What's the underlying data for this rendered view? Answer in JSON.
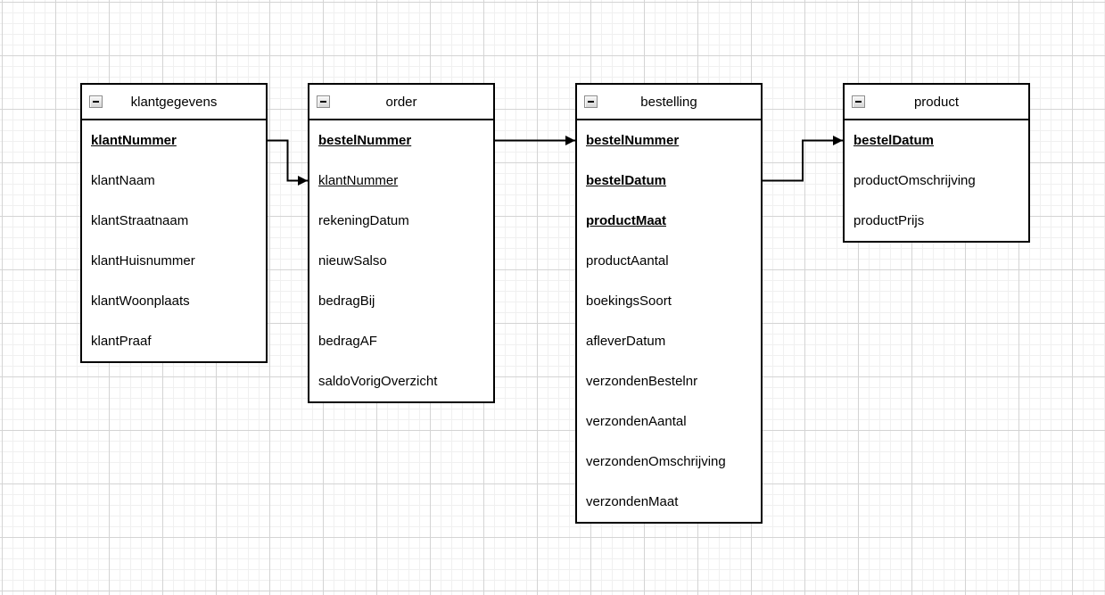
{
  "diagram": {
    "entities": [
      {
        "id": "klantgegevens",
        "title": "klantgegevens",
        "collapse_icon": "minus-icon",
        "attributes": [
          {
            "label": "klantNummer",
            "key": "pk"
          },
          {
            "label": "klantNaam",
            "key": "none"
          },
          {
            "label": "klantStraatnaam",
            "key": "none"
          },
          {
            "label": "klantHuisnummer",
            "key": "none"
          },
          {
            "label": "klantWoonplaats",
            "key": "none"
          },
          {
            "label": "klantPraaf",
            "key": "none"
          }
        ]
      },
      {
        "id": "order",
        "title": "order",
        "collapse_icon": "minus-icon",
        "attributes": [
          {
            "label": "bestelNummer",
            "key": "pk"
          },
          {
            "label": "klantNummer",
            "key": "fk"
          },
          {
            "label": "rekeningDatum",
            "key": "none"
          },
          {
            "label": "nieuwSalso",
            "key": "none"
          },
          {
            "label": "bedragBij",
            "key": "none"
          },
          {
            "label": "bedragAF",
            "key": "none"
          },
          {
            "label": "saldoVorigOverzicht",
            "key": "none"
          }
        ]
      },
      {
        "id": "bestelling",
        "title": "bestelling",
        "collapse_icon": "minus-icon",
        "attributes": [
          {
            "label": "bestelNummer",
            "key": "pk"
          },
          {
            "label": "bestelDatum",
            "key": "pk"
          },
          {
            "label": "productMaat",
            "key": "pk"
          },
          {
            "label": "productAantal",
            "key": "none"
          },
          {
            "label": "boekingsSoort",
            "key": "none"
          },
          {
            "label": "afleverDatum",
            "key": "none"
          },
          {
            "label": "verzondenBestelnr",
            "key": "none"
          },
          {
            "label": "verzondenAantal",
            "key": "none"
          },
          {
            "label": "verzondenOmschrijving",
            "key": "none"
          },
          {
            "label": "verzondenMaat",
            "key": "none"
          }
        ]
      },
      {
        "id": "product",
        "title": "product",
        "collapse_icon": "minus-icon",
        "attributes": [
          {
            "label": "bestelDatum",
            "key": "pk"
          },
          {
            "label": "productOmschrijving",
            "key": "none"
          },
          {
            "label": "productPrijs",
            "key": "none"
          }
        ]
      }
    ],
    "connectors": [
      {
        "from": {
          "entity": "klantgegevens",
          "attribute": "klantNummer"
        },
        "to": {
          "entity": "order",
          "attribute": "klantNummer"
        },
        "arrow": "filled-triangle"
      },
      {
        "from": {
          "entity": "order",
          "attribute": "bestelNummer"
        },
        "to": {
          "entity": "bestelling",
          "attribute": "bestelNummer"
        },
        "arrow": "filled-triangle"
      },
      {
        "from": {
          "entity": "bestelling",
          "attribute": "bestelDatum"
        },
        "to": {
          "entity": "product",
          "attribute": "bestelDatum"
        },
        "arrow": "filled-triangle"
      }
    ],
    "colors": {
      "line": "#000000",
      "text": "#000000",
      "entity_bg": "#ffffff",
      "canvas_bg": "#ffffff",
      "grid_minor": "#f0f0f0",
      "grid_major": "#d4d4d4"
    }
  }
}
